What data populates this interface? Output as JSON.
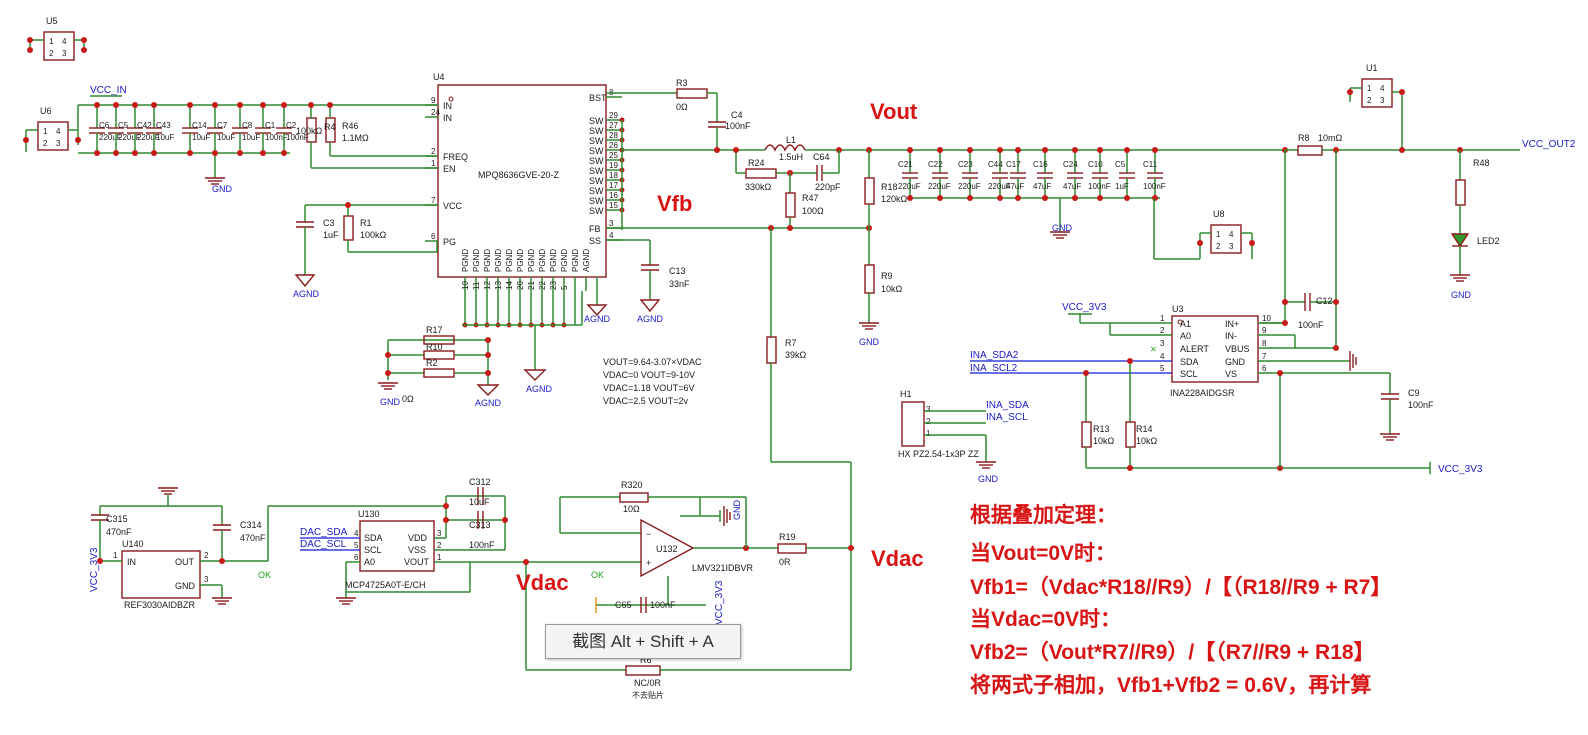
{
  "annotations": {
    "vout": "Vout",
    "vfb": "Vfb",
    "vdac_right": "Vdac",
    "vdac_left": "Vdac"
  },
  "formula_block": {
    "l1": "VOUT=9.64-3.07×VDAC",
    "l2": "VDAC=0   VOUT=9-10V",
    "l3": "VDAC=1.18  VOUT=6V",
    "l4": "VDAC=2.5  VOUT=2v"
  },
  "notes": {
    "n1": "根据叠加定理：",
    "n2": "当Vout=0V时：",
    "n3": "Vfb1=（Vdac*R18//R9）/【（R18//R9 + R7】",
    "n4": "当Vdac=0V时：",
    "n5": "Vfb2=（Vout*R7//R9）/【（R7//R9 + R18】",
    "n6": "将两式子相加，Vfb1+Vfb2 = 0.6V，再计算"
  },
  "tooltip": "截图 Alt + Shift + A",
  "nets": {
    "vcc_in": "VCC_IN",
    "vcc_out2": "VCC_OUT2",
    "vcc_3v3": "VCC_3V3",
    "vcc_3v3_b": "VCC_3V3",
    "vcc_3v3_c": "VCC_3V3",
    "vcc_3v3_d": "VCC_3V3",
    "ina_sda2": "INA_SDA2",
    "ina_scl2": "INA_SCL2",
    "ina_sda": "INA_SDA",
    "ina_scl": "INA_SCL",
    "dac_sda": "DAC_SDA",
    "dac_scl": "DAC_SCL",
    "gnd": "GND",
    "agnd": "AGND",
    "ok": "OK"
  },
  "parts": {
    "u4_ref": "U4",
    "u4_name": "MPQ8636GVE-20-Z",
    "u4_pins_left": [
      "IN",
      "IN",
      "FREQ",
      "EN",
      "VCC",
      "PG"
    ],
    "u4_pins_right": [
      "BST",
      "SW",
      "SW",
      "SW",
      "SW",
      "SW",
      "SW",
      "SW",
      "SW",
      "SW",
      "SW",
      "FB",
      "SS"
    ],
    "u4_pins_bottom": [
      "PGND",
      "PGND",
      "PGND",
      "PGND",
      "PGND",
      "PGND",
      "PGND",
      "PGND",
      "PGND",
      "PGND",
      "PGND",
      "AGND"
    ],
    "u4_pin_nums_right": [
      "8",
      "29",
      "27",
      "28",
      "26",
      "25",
      "19",
      "18",
      "17",
      "16",
      "15",
      "3",
      "4"
    ],
    "u4_pin_nums_bottom": [
      "10",
      "11",
      "12",
      "13",
      "14",
      "20",
      "21",
      "22",
      "23",
      "5"
    ],
    "u3_ref": "U3",
    "u3_name": "INA228AIDGSR",
    "u3_pins_left": [
      "A1",
      "A0",
      "ALERT",
      "SDA",
      "SCL"
    ],
    "u3_pins_right": [
      "IN+",
      "IN-",
      "VBUS",
      "GND",
      "VS"
    ],
    "u3_nums_left": [
      "1",
      "2",
      "3",
      "4",
      "5"
    ],
    "u3_nums_right": [
      "10",
      "9",
      "8",
      "7",
      "6"
    ],
    "u130_ref": "U130",
    "u130_name": "MCP4725A0T-E/CH",
    "u130_pins_left": [
      "SDA",
      "SCL",
      "A0"
    ],
    "u130_pins_right": [
      "VDD",
      "VSS",
      "VOUT"
    ],
    "u130_nums_left": [
      "4",
      "5",
      "6"
    ],
    "u130_nums_right": [
      "3",
      "2",
      "1"
    ],
    "u140_ref": "U140",
    "u140_name": "REF3030AIDBZR",
    "u140_pins": [
      "IN",
      "OUT",
      "GND"
    ],
    "u140_nums": [
      "1",
      "2",
      "3"
    ],
    "u132_ref": "U132",
    "u132_name": "LMV321IDBVR",
    "h1_ref": "H1",
    "h1_name": "HX PZ2.54-1x3P ZZ",
    "l1_ref": "L1",
    "l1_val": "1.5uH",
    "led_ref": "LED2",
    "u1": "U1",
    "u5": "U5",
    "u6": "U6",
    "u8": "U8",
    "conn_pins": [
      "1",
      "4",
      "2",
      "3"
    ]
  },
  "components": {
    "r3": "R3",
    "r3v": "0Ω",
    "c4": "C4",
    "c4v": "100nF",
    "r24": "R24",
    "r24v": "330kΩ",
    "c64": "C64",
    "c64v": "220pF",
    "r47": "R47",
    "r47v": "100Ω",
    "r18": "R18",
    "r18v": "120kΩ",
    "r9": "R9",
    "r9v": "10kΩ",
    "r7": "R7",
    "r7v": "39kΩ",
    "c13": "C13",
    "c13v": "33nF",
    "r8": "R8",
    "r8v": "10mΩ",
    "r48": "R48",
    "c12": "C12",
    "c12v": "100nF",
    "c9": "C9",
    "c9v": "100nF",
    "r13": "R13",
    "r13v": "10kΩ",
    "r14": "R14",
    "r14v": "10kΩ",
    "r4": "R4",
    "r4v": "100kΩ",
    "r46": "R46",
    "r46v": "1.1MΩ",
    "c3": "C3",
    "c3v": "1uF",
    "r1": "R1",
    "r1v": "100kΩ",
    "r17": "R17",
    "r10": "R10",
    "r2": "R2",
    "rgv": "0Ω",
    "r320": "R320",
    "r320v": "10Ω",
    "r19": "R19",
    "r19v": "0R",
    "r6": "R6",
    "r6v": "NC/0R",
    "r6note": "不去贴片",
    "c312": "C312",
    "c312v": "10uF",
    "c313": "C313",
    "c313v": "100nF",
    "c315": "C315",
    "c315v": "470nF",
    "c314": "C314",
    "c314v": "470nF",
    "c65": "C65",
    "c65v": "100nF",
    "in_caps": [
      "C6",
      "C5",
      "C42",
      "C43",
      "C14",
      "C7",
      "C8",
      "C1",
      "C2"
    ],
    "in_caps_vals": [
      "220uF",
      "220uF",
      "220uF",
      "10uF",
      "10uF",
      "10uF",
      "10uF",
      "100nF",
      "100nF"
    ],
    "out_caps": [
      "C21",
      "C22",
      "C23",
      "C44",
      "C17",
      "C16",
      "C24",
      "C10",
      "C5",
      "C11"
    ],
    "out_caps_vals": [
      "220uF",
      "220uF",
      "220uF",
      "220uF",
      "47uF",
      "47uF",
      "47uF",
      "100nF",
      "1uF",
      "100nF"
    ]
  }
}
